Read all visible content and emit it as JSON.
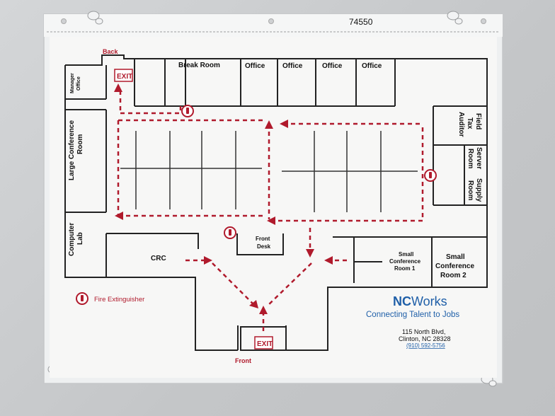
{
  "sleeve_number": "74550",
  "rooms": {
    "back": "Back",
    "break_room": "Break Room",
    "office_1": "Office",
    "office_2": "Office",
    "office_3": "Office",
    "office_4": "Office",
    "manager_office_line1": "Manager",
    "manager_office_line2": "Office",
    "large_conference_line1": "Large Conference",
    "large_conference_line2": "Room",
    "computer_lab_line1": "Computer",
    "computer_lab_line2": "Lab",
    "crc": "CRC",
    "front_desk_line1": "Front",
    "front_desk_line2": "Desk",
    "field_tax_auditor_line1": "Field",
    "field_tax_auditor_line2": "Tax",
    "field_tax_auditor_line3": "Auditor",
    "server_room_line1": "Server",
    "server_room_line2": "Room",
    "supply_room_line1": "Supply",
    "supply_room_line2": "Room",
    "small_conf_1_line1": "Small",
    "small_conf_1_line2": "Conference",
    "small_conf_1_line3": "Room 1",
    "small_conf_2_line1": "Small",
    "small_conf_2_line2": "Conference",
    "small_conf_2_line3": "Room 2",
    "front": "Front"
  },
  "exit_sign_top": "EXIT",
  "exit_sign_bottom": "EXIT",
  "legend": {
    "label": "Fire Extinguisher",
    "icon": "fire-extinguisher-icon"
  },
  "brand": {
    "name_bold": "NC",
    "name_rest": "Works",
    "tagline": "Connecting Talent to Jobs",
    "address_line1": "115 North Blvd,",
    "address_line2": "Clinton, NC 28328",
    "phone": "(910) 592-5756"
  },
  "colors": {
    "route_red": "#b01a2c",
    "brand_blue": "#1f5fa8",
    "wall": "#222222"
  }
}
